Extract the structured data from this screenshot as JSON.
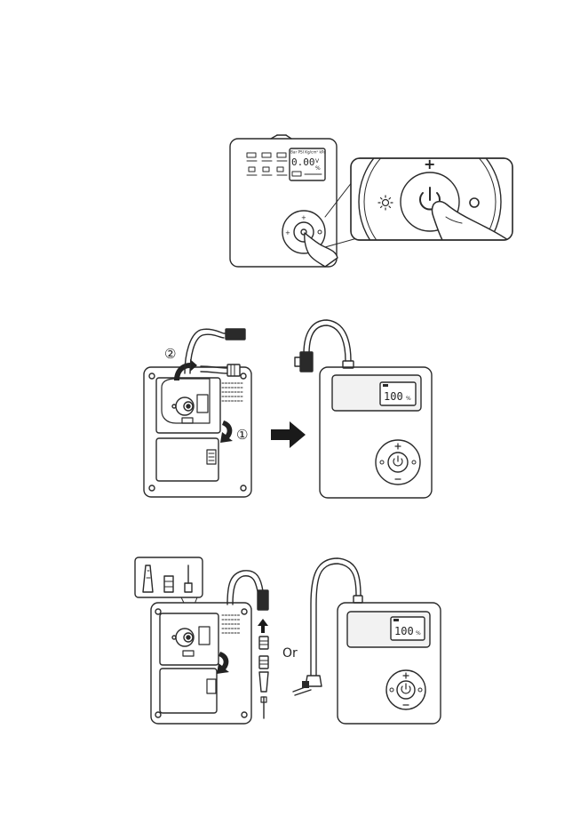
{
  "step1": {
    "lcd": {
      "mode_row": "Bar PSI Kg/cm² kPa",
      "reading": "0.00",
      "unit_v": "V",
      "unit_pct": "%"
    },
    "zoom": {
      "plus_symbol": "+"
    }
  },
  "step2": {
    "label_1": "①",
    "label_2": "②",
    "display_value": "100",
    "display_unit": "%"
  },
  "step3": {
    "or_label": "Or",
    "display_value": "100",
    "display_unit": "%"
  },
  "colors": {
    "line": "#2a2a2a",
    "device_fill": "#ffffff",
    "arrow_fill": "#1a1a1a",
    "screen_fill": "#f2f2f2"
  },
  "icons": [
    "power-icon",
    "light-icon",
    "plus-icon",
    "minus-icon",
    "hand-icon",
    "curved-arrow-icon",
    "right-arrow-icon",
    "up-arrow-icon"
  ]
}
